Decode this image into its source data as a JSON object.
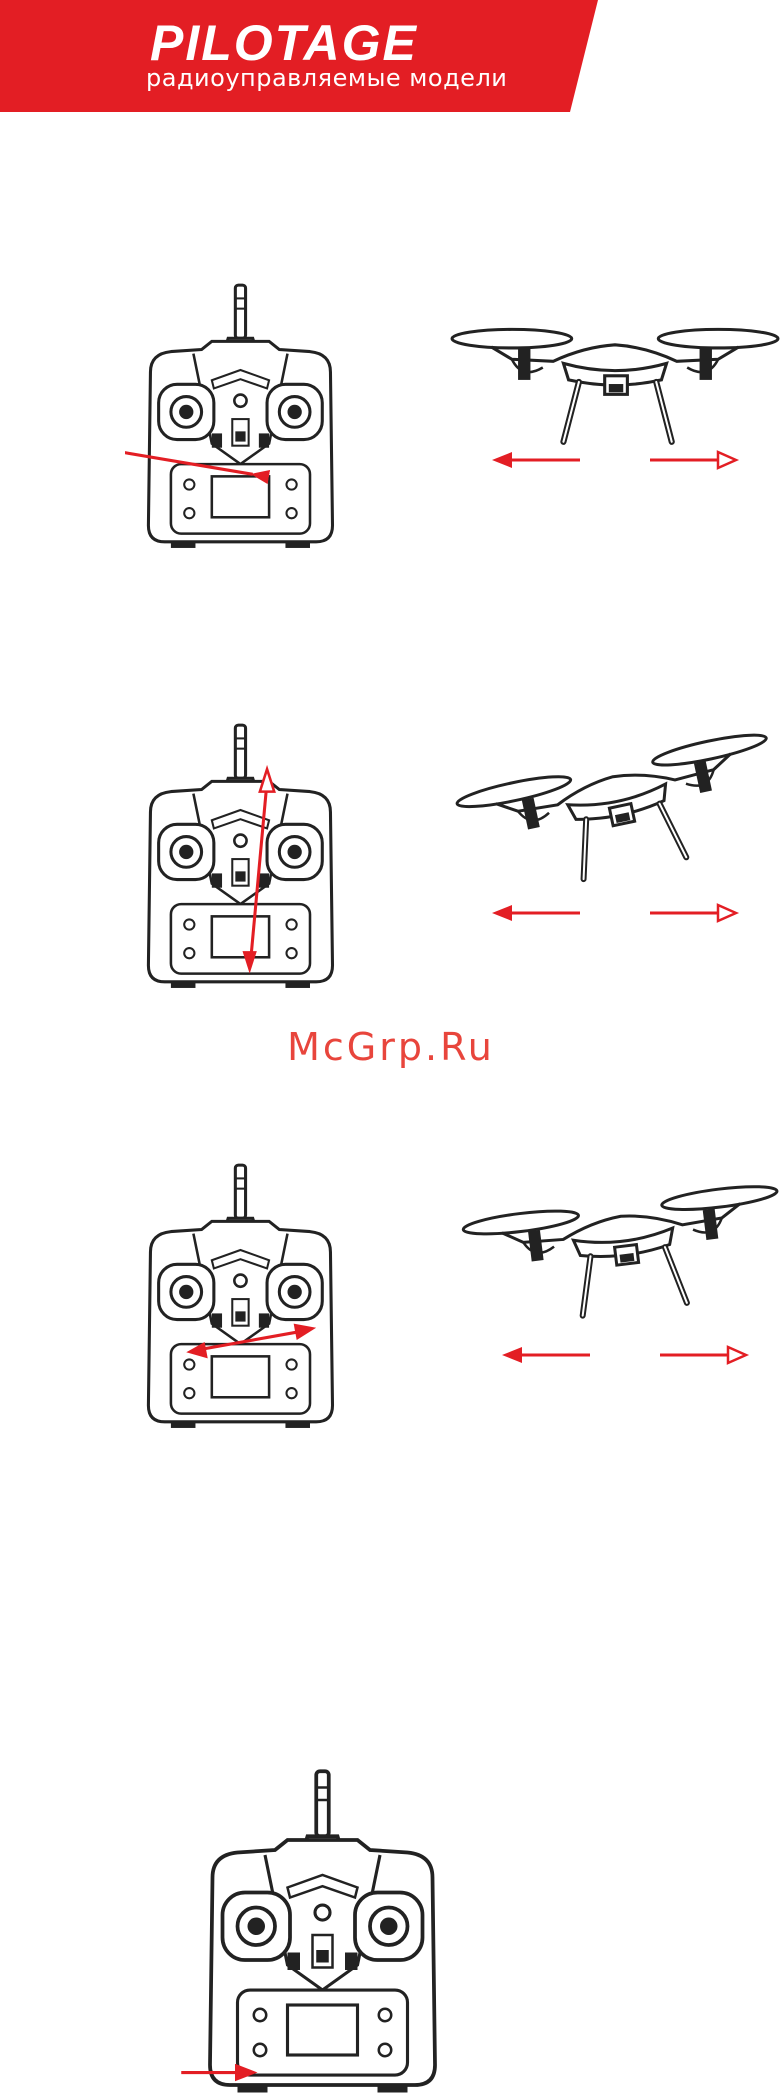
{
  "header": {
    "brand": "PILOTAGE",
    "tagline": "радиоуправляемые модели",
    "brand_color": "#e31e24"
  },
  "watermark": "McGrp.Ru",
  "figures": [
    {
      "id": "figure-1",
      "icon": "transmitter-icon",
      "arrow": "diagonal-left"
    },
    {
      "id": "figure-1-drone",
      "icon": "drone-level-icon"
    },
    {
      "id": "figure-2",
      "icon": "transmitter-icon",
      "arrow": "vertical"
    },
    {
      "id": "figure-2-drone",
      "icon": "drone-tilted-icon"
    },
    {
      "id": "figure-3",
      "icon": "transmitter-icon",
      "arrow": "diagonal-right"
    },
    {
      "id": "figure-3-drone",
      "icon": "drone-rolled-icon"
    },
    {
      "id": "figure-4",
      "icon": "transmitter-icon",
      "arrow": "button-pointer"
    }
  ]
}
